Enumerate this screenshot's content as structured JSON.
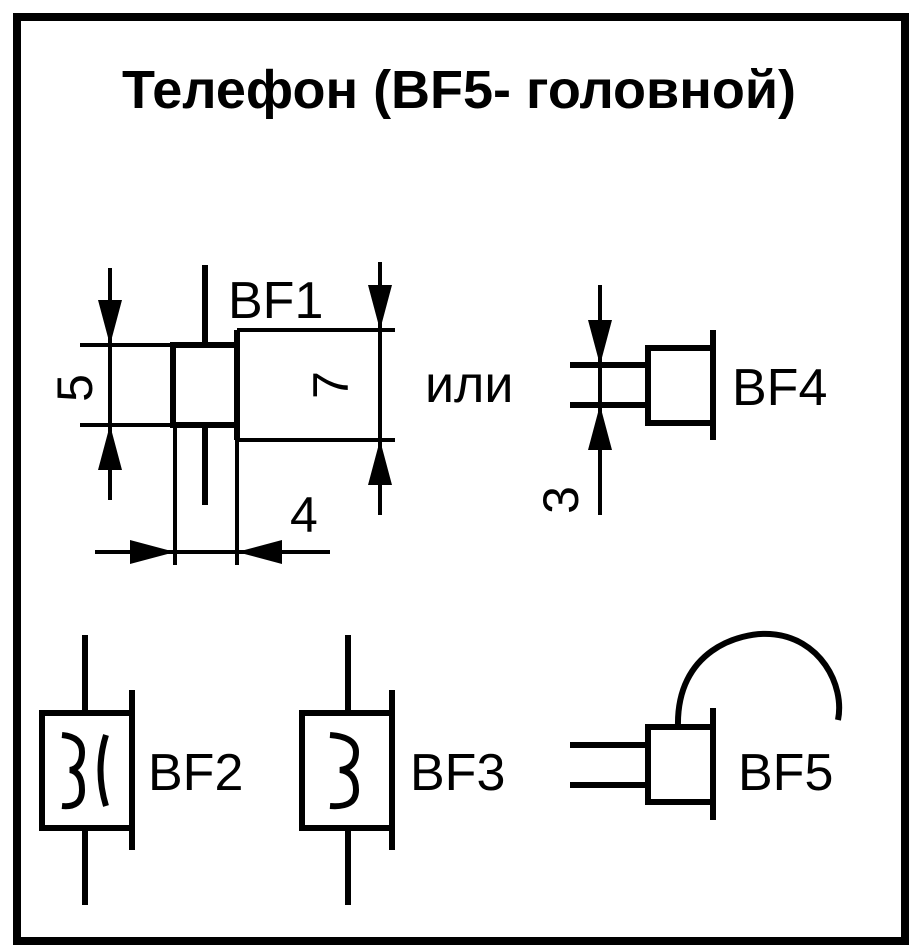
{
  "title": "Телефон (BF5- головной)",
  "symbols": {
    "bf1": {
      "label": "BF1"
    },
    "bf2": {
      "label": "BF2"
    },
    "bf3": {
      "label": "BF3"
    },
    "bf4": {
      "label": "BF4"
    },
    "bf5": {
      "label": "BF5"
    }
  },
  "separator": "или",
  "dimensions": {
    "d5": "5",
    "d7": "7",
    "d4": "4",
    "d3": "3"
  },
  "colors": {
    "ink": "#000000",
    "paper": "#ffffff"
  }
}
